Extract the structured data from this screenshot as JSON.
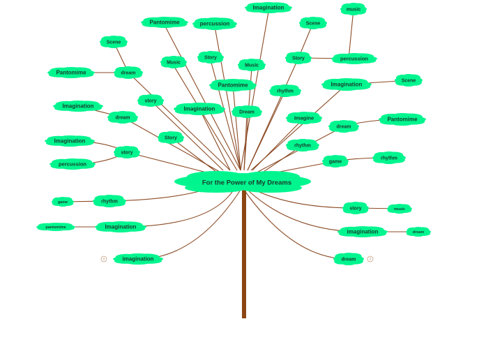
{
  "diagram": {
    "central_topic": "For the Power of My Dreams",
    "colors": {
      "node_fill": "#00f58f",
      "branch": "#8b4a24",
      "trunk": "#8b4513"
    },
    "nodes": [
      {
        "id": "n1",
        "label": "Imagination"
      },
      {
        "id": "n2",
        "label": "music"
      },
      {
        "id": "n3",
        "label": "Pantomime"
      },
      {
        "id": "n4",
        "label": "percussion"
      },
      {
        "id": "n5",
        "label": "Scene"
      },
      {
        "id": "n6",
        "label": "Scene"
      },
      {
        "id": "n7",
        "label": "Story"
      },
      {
        "id": "n8",
        "label": "percussion"
      },
      {
        "id": "n9",
        "label": "Music"
      },
      {
        "id": "n10",
        "label": "Story"
      },
      {
        "id": "n11",
        "label": "Music"
      },
      {
        "id": "n12",
        "label": "Pantomime"
      },
      {
        "id": "n13",
        "label": "dream"
      },
      {
        "id": "n14",
        "label": "Imagination"
      },
      {
        "id": "n15",
        "label": "Scene"
      },
      {
        "id": "n16",
        "label": "story"
      },
      {
        "id": "n17",
        "label": "Pantomime"
      },
      {
        "id": "n18",
        "label": "rhythm"
      },
      {
        "id": "n19",
        "label": "Imagination"
      },
      {
        "id": "n20",
        "label": "Dream"
      },
      {
        "id": "n21",
        "label": "Imagination"
      },
      {
        "id": "n22",
        "label": "dream"
      },
      {
        "id": "n23",
        "label": "Imagine"
      },
      {
        "id": "n24",
        "label": "Pantomime"
      },
      {
        "id": "n25",
        "label": "Story"
      },
      {
        "id": "n26",
        "label": "dream"
      },
      {
        "id": "n27",
        "label": "Imagination"
      },
      {
        "id": "n28",
        "label": "story"
      },
      {
        "id": "n29",
        "label": "rhythm"
      },
      {
        "id": "n30",
        "label": "percussion"
      },
      {
        "id": "n31",
        "label": "game"
      },
      {
        "id": "n32",
        "label": "rhythm"
      },
      {
        "id": "n33",
        "label": "game"
      },
      {
        "id": "n34",
        "label": "rhythm"
      },
      {
        "id": "n35",
        "label": "story"
      },
      {
        "id": "n36",
        "label": "music"
      },
      {
        "id": "n37",
        "label": "pantomime"
      },
      {
        "id": "n38",
        "label": "Imagination"
      },
      {
        "id": "n39",
        "label": "imagination"
      },
      {
        "id": "n40",
        "label": "dream"
      },
      {
        "id": "n41",
        "label": "imagination"
      },
      {
        "id": "n42",
        "label": "dream"
      }
    ]
  }
}
